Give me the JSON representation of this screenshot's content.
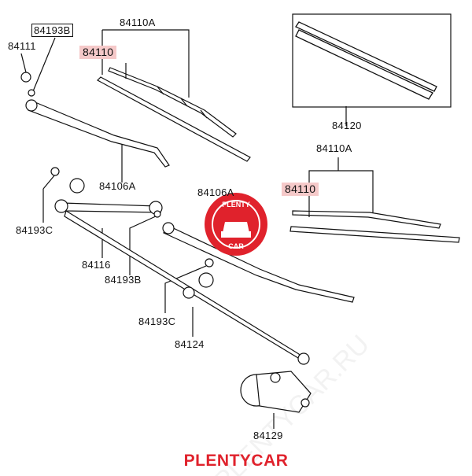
{
  "parts": {
    "p84193B_top": "84193B",
    "p84111": "84111",
    "p84110A_top": "84110A",
    "p84110_top": "84110",
    "p84120": "84120",
    "p84110A_right": "84110A",
    "p84110_right": "84110",
    "p84106A_left": "84106A",
    "p84106A_mid": "84106A",
    "p84193C_left": "84193C",
    "p84116": "84116",
    "p84193B_mid": "84193B",
    "p84193C_mid": "84193C",
    "p84124": "84124",
    "p84129": "84129"
  },
  "logo": {
    "text_top": "PLENTY",
    "text_bottom": "CAR"
  },
  "watermark": "PLENTYCAR.RU",
  "brand": "PLENTYCAR",
  "colors": {
    "highlight": "#f5c9c9",
    "brand": "#e0222c",
    "line": "#111111"
  }
}
